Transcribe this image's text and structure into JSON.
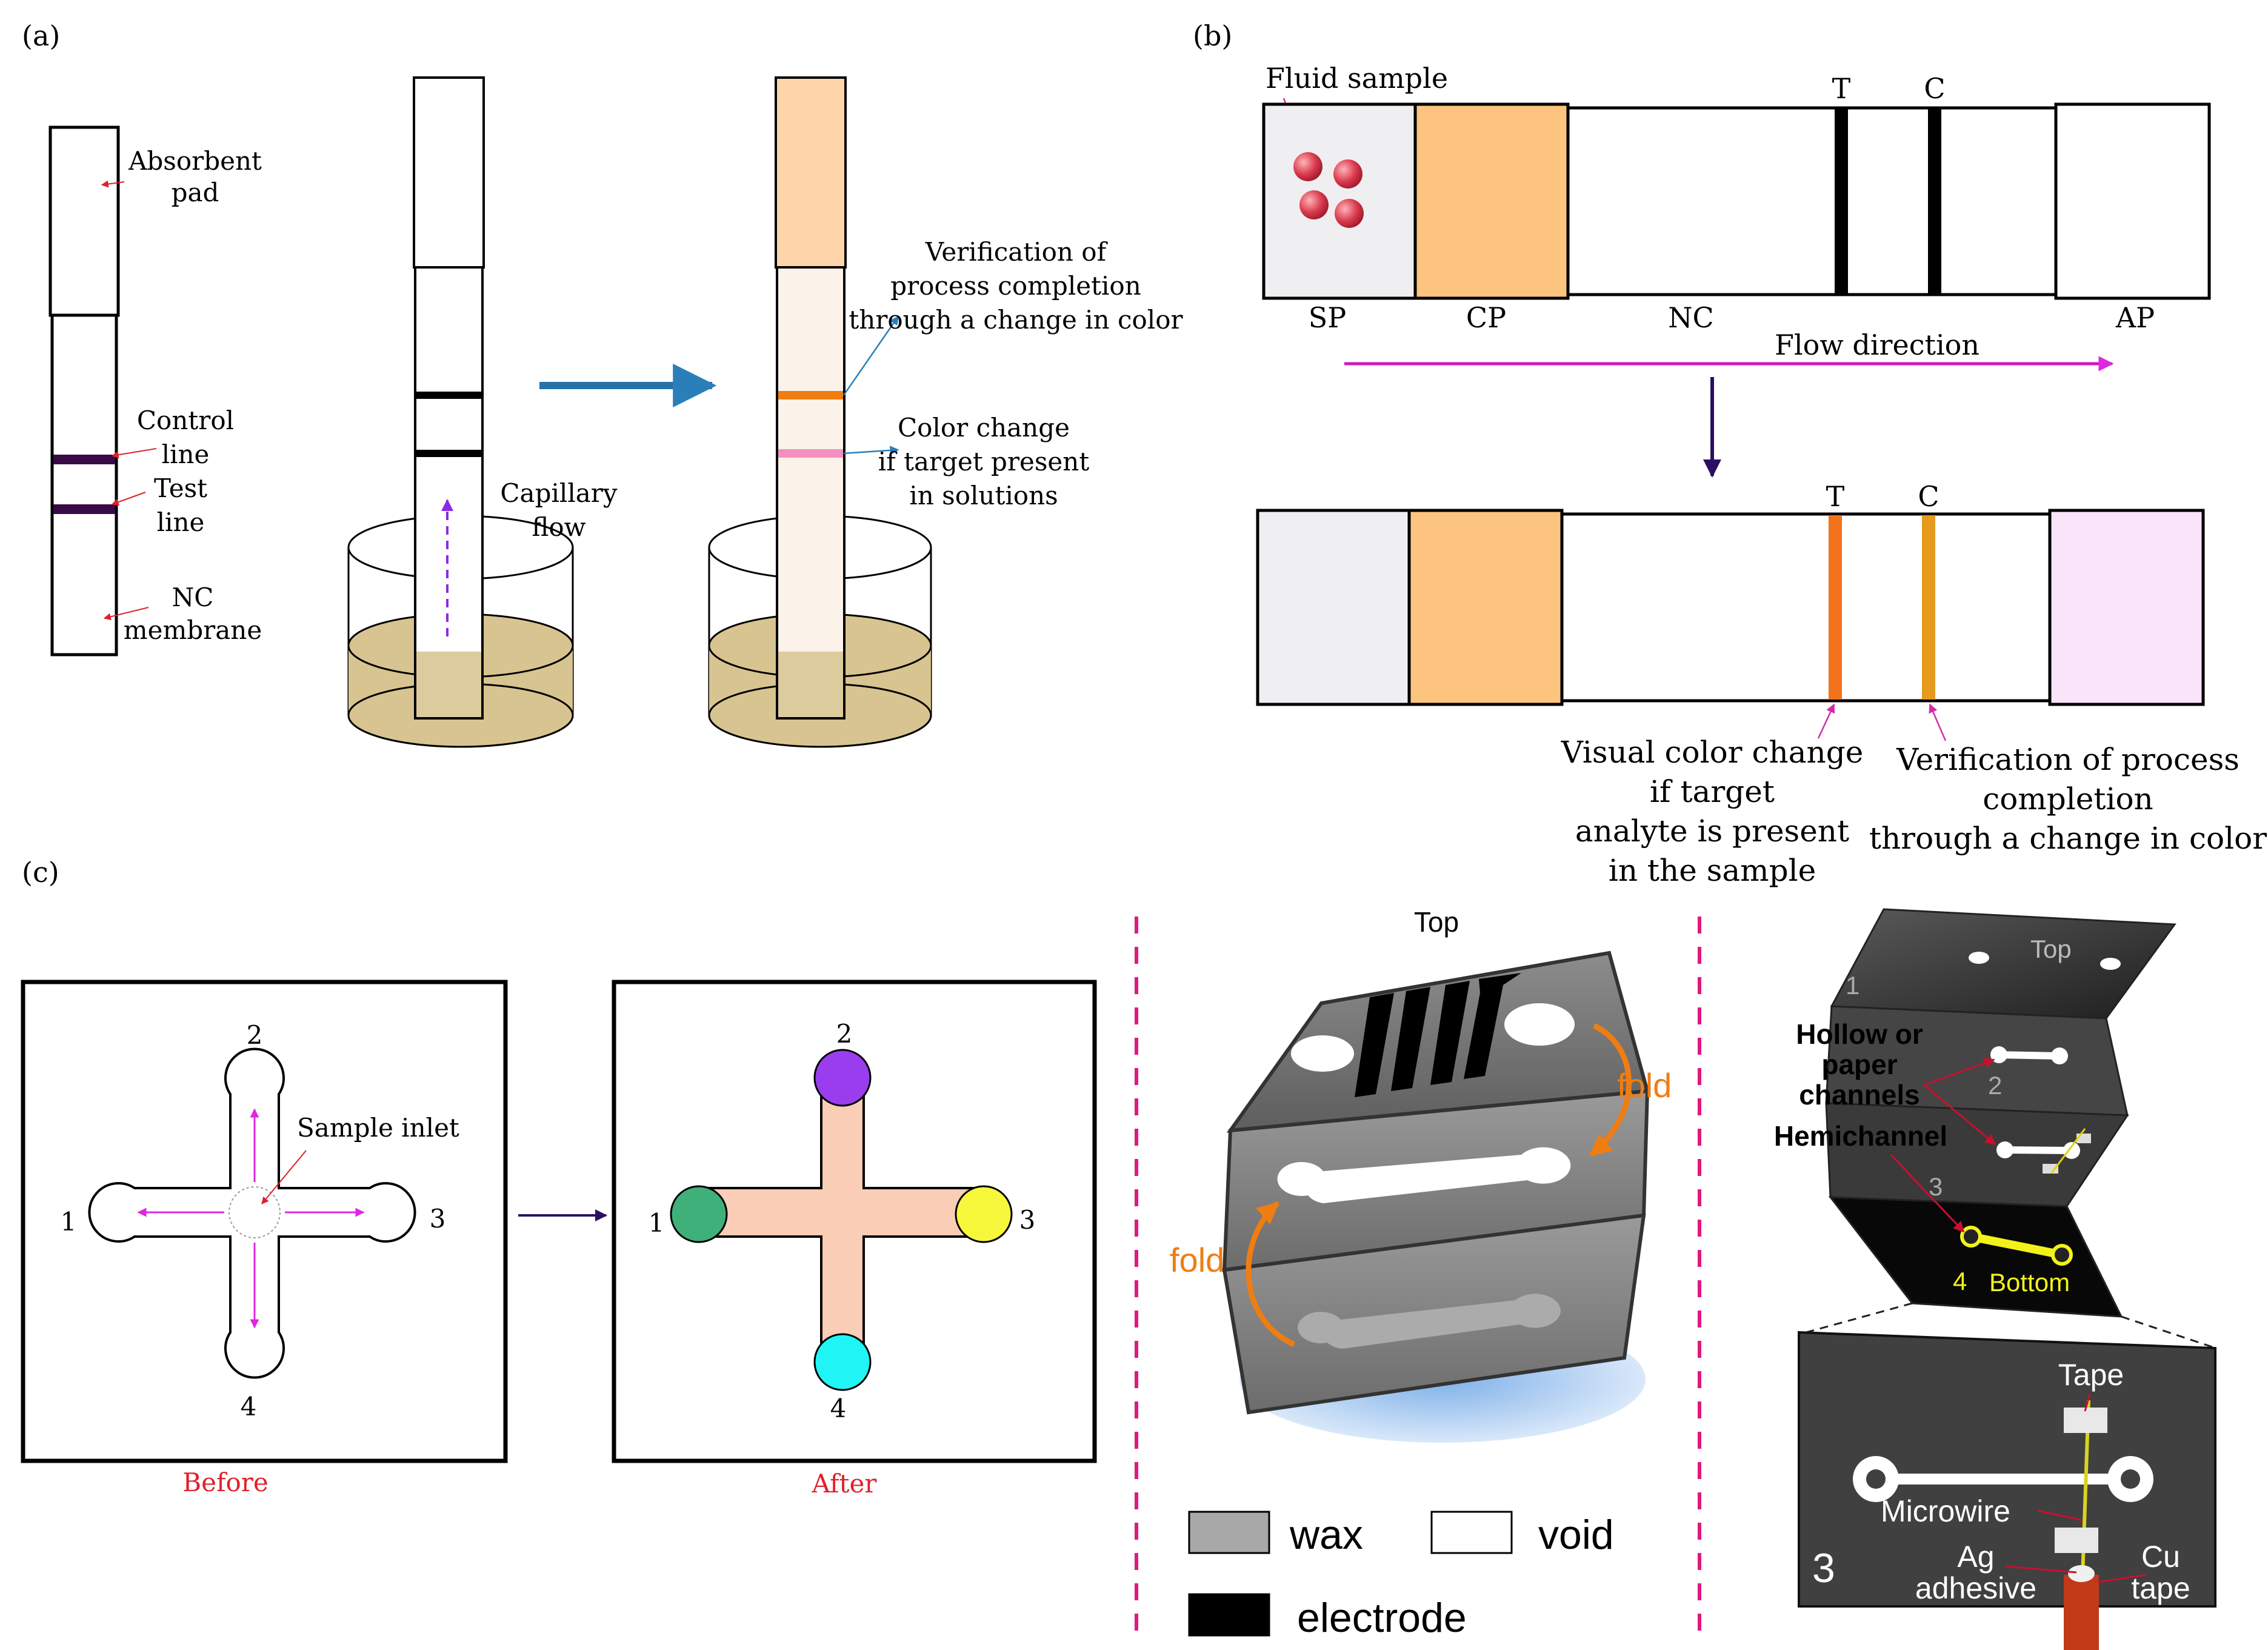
{
  "panel_a": {
    "label": "(a)",
    "strip": {
      "absorbent_pad": "Absorbent\npad",
      "control_line": "Control\nline",
      "test_line": "Test\nline",
      "nc_membrane": "NC\nmembrane"
    },
    "capillary_flow": "Capillary\nflow",
    "verification": "Verification of\nprocess completion\nthrough a change in color",
    "color_change": "Color change\nif target present\nin solutions",
    "colors": {
      "pad_after": "#fdd5a8",
      "control_after": "#f07d12",
      "test_after": "#f58fbf",
      "liquid": "#d8c490",
      "line_dark": "#3a0a48"
    }
  },
  "panel_b": {
    "label": "(b)",
    "fluid_sample": "Fluid sample",
    "line_t": "T",
    "line_c": "C",
    "sections": [
      "SP",
      "CP",
      "NC",
      "AP"
    ],
    "flow_direction": "Flow direction",
    "visual_change": "Visual color change\nif target\nanalyte is present\nin the sample",
    "verification": "Verification of process\ncompletion\nthrough a change in color",
    "colors": {
      "sp": "#efeff1",
      "cp": "#fdc47f",
      "ap_after": "#f9e4f9",
      "t_after": "#f2731b",
      "c_after": "#e69a1e",
      "flow": "#d116b9"
    }
  },
  "panel_c": {
    "label": "(c)",
    "before_label": "Before",
    "after_label": "After",
    "sample_inlet": "Sample inlet",
    "ports": [
      "1",
      "2",
      "3",
      "4"
    ],
    "port_colors": {
      "1": "#3fb07a",
      "2": "#9a3dee",
      "3": "#f7f73c",
      "4": "#1ff5f5"
    },
    "channel_fill": "#f9cdb6",
    "origami": {
      "top": "Top",
      "fold": "fold",
      "legend": [
        "wax",
        "void",
        "electrode"
      ]
    },
    "stack": {
      "hollow": "Hollow or\npaper\nchannels",
      "hemichannel": "Hemichannel",
      "layer_top": "Top",
      "layer_bottom": "Bottom",
      "layer_numbers": [
        "1",
        "2",
        "3",
        "4"
      ],
      "tape": "Tape",
      "microwire": "Microwire",
      "ag": "Ag\nadhesive",
      "cu": "Cu\ntape",
      "zoom_number": "3"
    }
  }
}
